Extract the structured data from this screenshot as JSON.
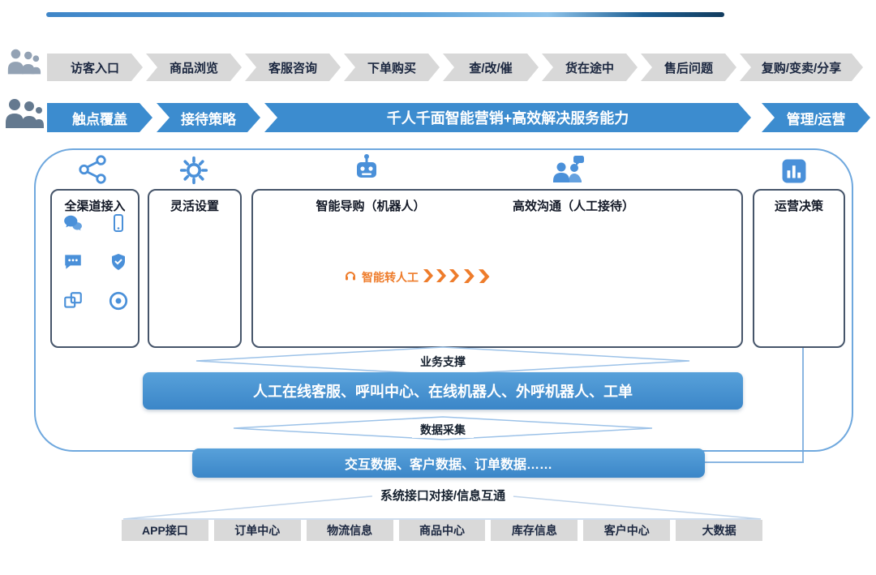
{
  "colors": {
    "band-blue": "#3c8ccf",
    "bar-blue-top": "#58a1da",
    "bar-blue-bottom": "#3b86c8",
    "chip-gray": "#d8d8d8",
    "box-gray": "#d9d9d9",
    "container-border": "#6fa8de",
    "column-border": "#46556a",
    "orange": "#ee7c2b",
    "icon-blue": "#4a90d9",
    "text-dark": "#1b2740"
  },
  "journey": {
    "stages": [
      "访客入口",
      "商品浏览",
      "客服咨询",
      "下单购买",
      "查/改/催",
      "货在途中",
      "售后问题",
      "复购/变卖/分享"
    ]
  },
  "band": {
    "touchpoint": "触点覆盖",
    "strategy": "接待策略",
    "capability": "千人千面智能营销+高效解决服务能力",
    "management": "管理/运营"
  },
  "columns": {
    "channel": "全渠道接入",
    "settings": "灵活设置",
    "robot": "智能导购（机器人）",
    "human": "高效沟通（人工接待）",
    "ops": "运营决策"
  },
  "transfer": {
    "label": "智能转人工"
  },
  "support": {
    "label": "业务支撑",
    "bar": "人工在线客服、呼叫中心、在线机器人、外呼机器人、工单"
  },
  "collect": {
    "label": "数据采集",
    "bar": "交互数据、客户数据、订单数据……"
  },
  "interface": {
    "label": "系统接口对接/信息互通",
    "systems": [
      "APP接口",
      "订单中心",
      "物流信息",
      "商品中心",
      "库存信息",
      "客户中心",
      "大数据"
    ]
  },
  "icons": {
    "visitors": "people-group",
    "merchants": "team-group",
    "channel": "share-network",
    "settings": "gear",
    "robot": "robot-head",
    "human": "agents-chat",
    "ops": "bar-chart",
    "channel_items": [
      "wechat",
      "mobile-app",
      "sms",
      "weibo",
      "miniprogram",
      "taobao"
    ],
    "transfer": "handoff-headset"
  }
}
